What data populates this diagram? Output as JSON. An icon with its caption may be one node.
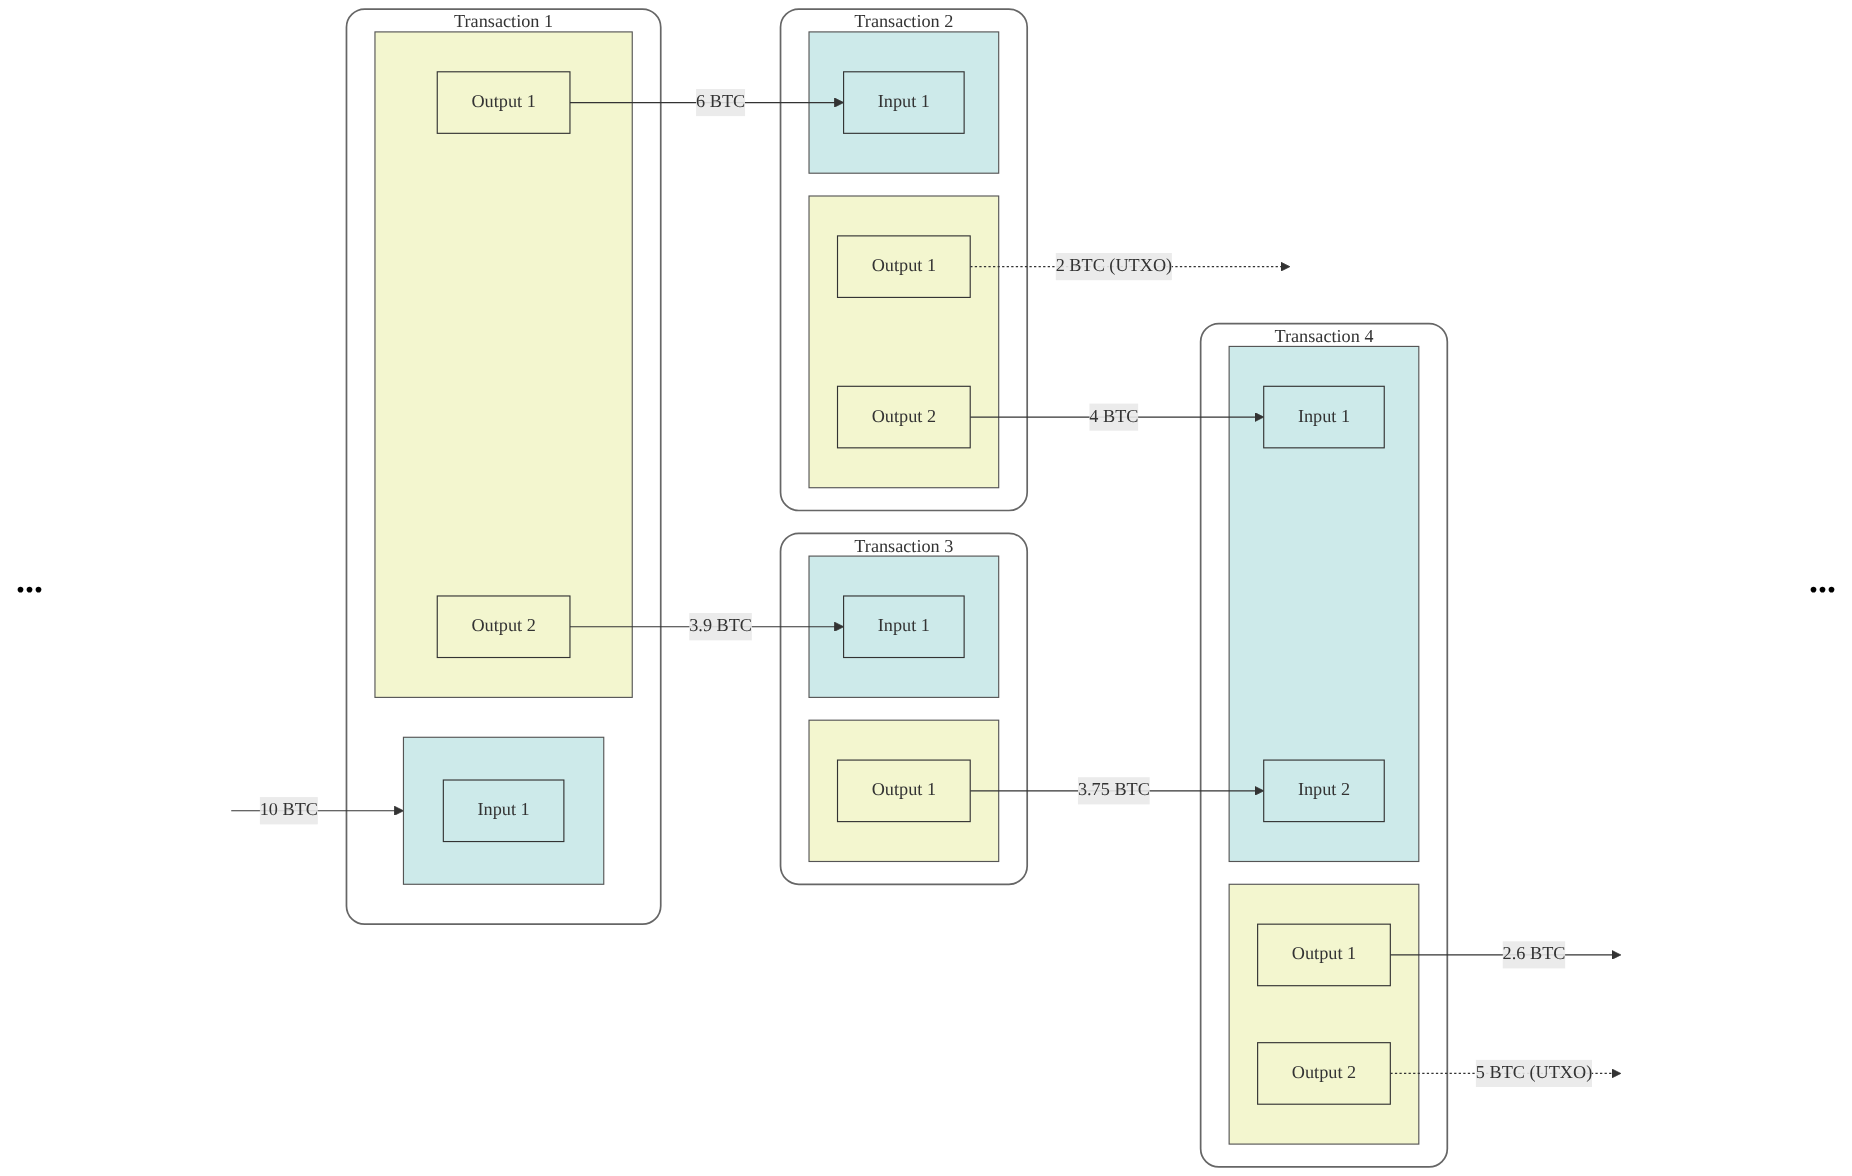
{
  "diagram": {
    "nodes": [
      {
        "text": [
          "Transaction 1"
        ]
      },
      {
        "text": [],
        "shape": "box",
        "in": 0
      },
      {
        "text": [
          "Input 1"
        ],
        "in": 1
      },
      {
        "text": [],
        "shape": "box",
        "in": 0
      },
      {
        "text": [
          "Output 1"
        ],
        "in": 3
      },
      {
        "text": [
          "Output 2"
        ],
        "in": 3
      },
      {
        "text": [
          "Transaction 2"
        ]
      },
      {
        "text": [],
        "shape": "box",
        "in": 6
      },
      {
        "text": [
          "Input 1"
        ],
        "in": 7
      },
      {
        "text": [],
        "shape": "box",
        "in": 6
      },
      {
        "text": [
          "Output 1"
        ],
        "in": 9
      },
      {
        "text": [
          "Output 2"
        ],
        "in": 9
      },
      {
        "text": [
          "Transaction 3"
        ]
      },
      {
        "text": [],
        "shape": "box",
        "in": 12
      },
      {
        "text": [
          "Input 1"
        ],
        "in": 13
      },
      {
        "text": [],
        "shape": "box",
        "in": 12
      },
      {
        "text": [
          "Output 1"
        ],
        "in": 15
      },
      {
        "text": [
          "Transaction 4"
        ]
      },
      {
        "text": [],
        "shape": "box",
        "in": 17
      },
      {
        "text": [
          "Input 1"
        ],
        "in": 18
      },
      {
        "text": [
          "Input 2"
        ],
        "in": 18
      },
      {
        "text": [],
        "shape": "box",
        "in": 17
      },
      {
        "text": [
          "Output 1"
        ],
        "in": 21
      },
      {
        "text": [
          "Output 2"
        ],
        "in": 21
      }
    ],
    "edges": [
      {
        "from": null,
        "to": 1,
        "arrow": "to",
        "label": "10 BTC"
      },
      {
        "from": 4,
        "to": 8,
        "arrow": "to",
        "label": "6 BTC"
      },
      {
        "from": 10,
        "to": null,
        "arrow": "to",
        "label": "2 BTC (UTXO)",
        "style": "dashed"
      },
      {
        "from": 11,
        "to": 19,
        "arrow": "to",
        "label": "4 BTC"
      },
      {
        "from": 5,
        "to": 14,
        "arrow": "to",
        "label": "3.9 BTC"
      },
      {
        "from": 16,
        "to": 20,
        "arrow": "to",
        "label": "3.75 BTC"
      },
      {
        "from": 22,
        "to": null,
        "arrow": "to",
        "label": "2.6 BTC"
      },
      {
        "from": 23,
        "to": null,
        "arrow": "to",
        "label": "5 BTC (UTXO)",
        "style": "dashed"
      }
    ],
    "labels": [
      "...",
      "..."
    ]
  }
}
